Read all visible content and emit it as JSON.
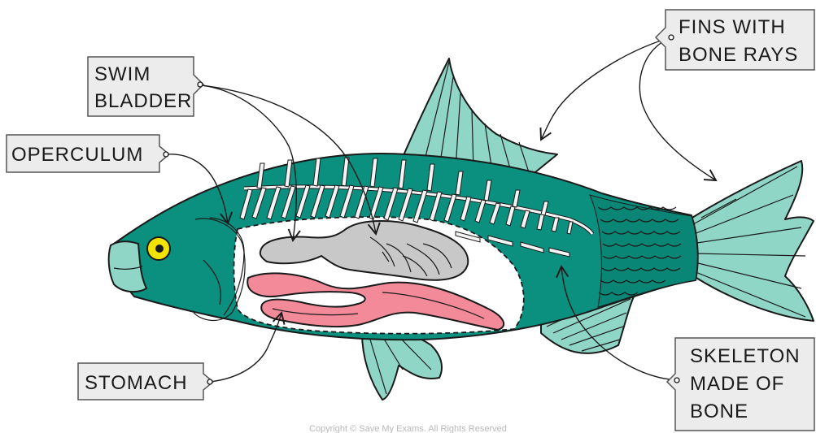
{
  "labels": {
    "swim_bladder": [
      "SWIM",
      "BLADDER"
    ],
    "operculum": [
      "OPERCULUM"
    ],
    "stomach": [
      "STOMACH"
    ],
    "fins": [
      "FINS  WITH",
      "BONE RAYS"
    ],
    "skeleton": [
      "SKELETON",
      "MADE  OF",
      "BONE"
    ]
  },
  "copyright": "Copyright © Save My Exams. All Rights Reserved",
  "colors": {
    "body": "#0b8f7e",
    "fin": "#8fd6c6",
    "belly": "#ffffff",
    "swim_bladder": "#c8c8c8",
    "intestine": "#f28a9a",
    "eye": "#f2e400",
    "label_bg": "#ececec"
  }
}
